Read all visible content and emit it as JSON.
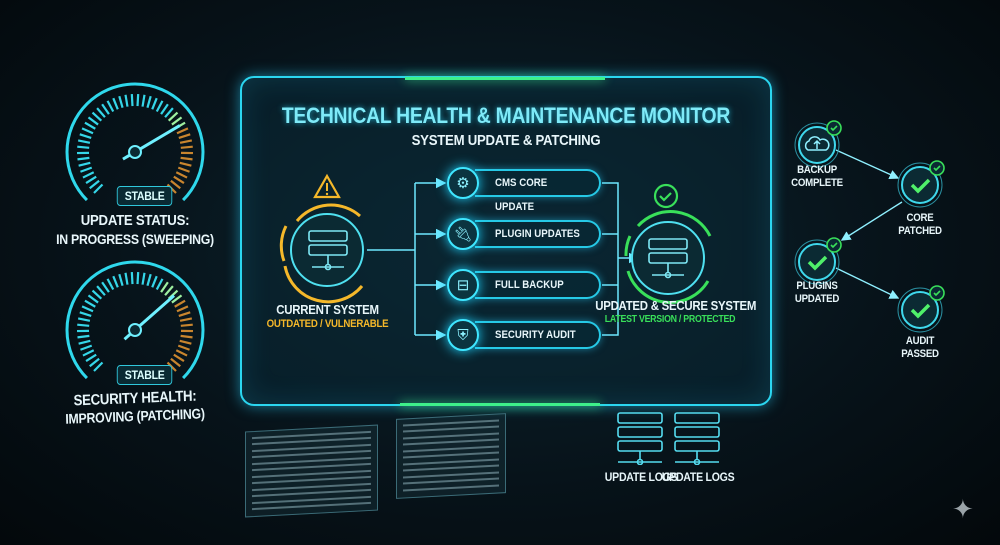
{
  "gauges": [
    {
      "badge": "STABLE",
      "label": "UPDATE STATUS:",
      "status": "IN PROGRESS (SWEEPING)",
      "value": 0.72
    },
    {
      "badge": "STABLE",
      "label": "SECURITY HEALTH:",
      "status": "IMPROVING (PATCHING)",
      "value": 0.68
    }
  ],
  "panel": {
    "title": "TECHNICAL HEALTH & MAINTENANCE MONITOR",
    "subtitle": "SYSTEM UPDATE & PATCHING"
  },
  "current": {
    "label": "CURRENT SYSTEM",
    "status": "OUTDATED / VULNERABLE",
    "icon": "warning-icon",
    "color": "#f5b82a"
  },
  "steps": [
    {
      "label": "CMS CORE UPDATE",
      "icon": "gear-icon"
    },
    {
      "label": "PLUGIN UPDATES",
      "icon": "plug-icon"
    },
    {
      "label": "FULL BACKUP",
      "icon": "backup-tray-icon"
    },
    {
      "label": "SECURITY AUDIT",
      "icon": "shield-check-icon"
    }
  ],
  "target": {
    "label": "UPDATED & SECURE SYSTEM",
    "status": "LATEST VERSION / PROTECTED",
    "icon": "check-circle-icon",
    "color": "#39e05a"
  },
  "logs": [
    {
      "label": "UPDATE LOGS"
    },
    {
      "label": "UPDATE LOGS"
    }
  ],
  "milestones": [
    {
      "line1": "BACKUP",
      "line2": "COMPLETE",
      "icon": "cloud-upload-icon"
    },
    {
      "line1": "CORE",
      "line2": "PATCHED",
      "icon": "check-icon"
    },
    {
      "line1": "PLUGINS",
      "line2": "UPDATED",
      "icon": "check-icon"
    },
    {
      "line1": "AUDIT",
      "line2": "PASSED",
      "icon": "check-icon"
    }
  ],
  "colors": {
    "accent": "#2bd6f0",
    "warning": "#f5b82a",
    "success": "#39e05a",
    "gauge_high": "#c9852e"
  }
}
